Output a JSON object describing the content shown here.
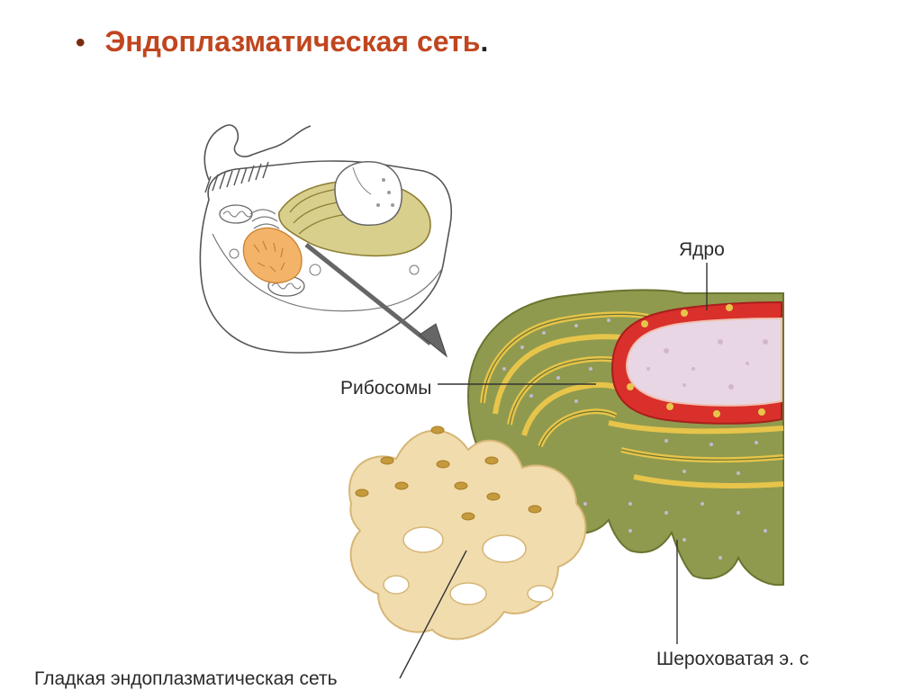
{
  "slide": {
    "bullet": "•",
    "title": "Эндоплазматическая сеть",
    "title_dot": "."
  },
  "labels": {
    "nucleus": "Ядро",
    "ribosomes": "Рибосомы",
    "rough_er": "Шероховатая э. с",
    "smooth_er": "Гладкая эндоплазматическая сеть"
  },
  "colors": {
    "title": "#c0461f",
    "rough_er": "#8f9a4e",
    "rough_er_edge": "#e7c44a",
    "smooth_er": "#f1dcae",
    "nucleus_membrane": "#d9302c",
    "nucleoplasm": "#e9d6e4"
  }
}
